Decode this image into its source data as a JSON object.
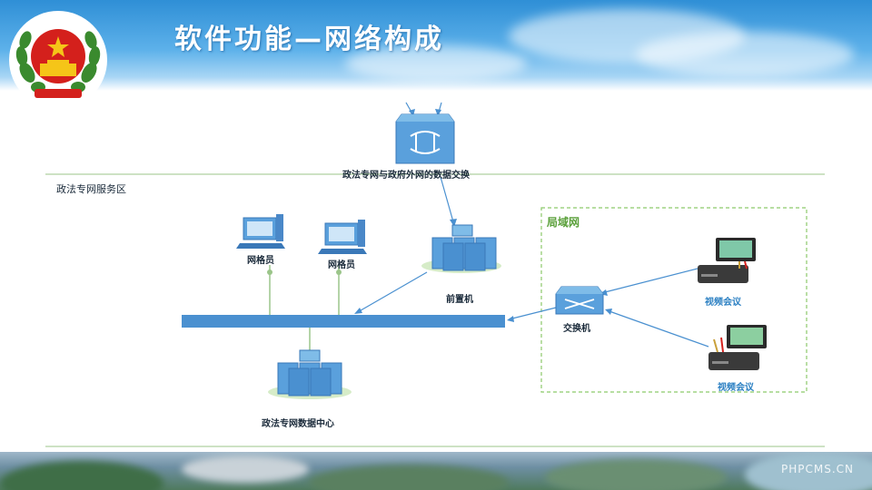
{
  "slide": {
    "title": "软件功能—网络构成",
    "watermark": "PHPCMS.CN"
  },
  "diagram": {
    "exchange_label": "政法专网与政府外网的数据交换",
    "zone_label": "政法专网服务区",
    "lan_label": "局域网",
    "workstation1_label": "网格员",
    "workstation2_label": "网格员",
    "frontend_label": "前置机",
    "switch_label": "交换机",
    "video1_label": "视频会议",
    "video2_label": "视频会议",
    "datacenter_label": "政法专网数据中心"
  },
  "colors": {
    "accent_blue": "#4a90d0",
    "lan_green": "#8cc96a",
    "line_green": "#9bc58a"
  }
}
